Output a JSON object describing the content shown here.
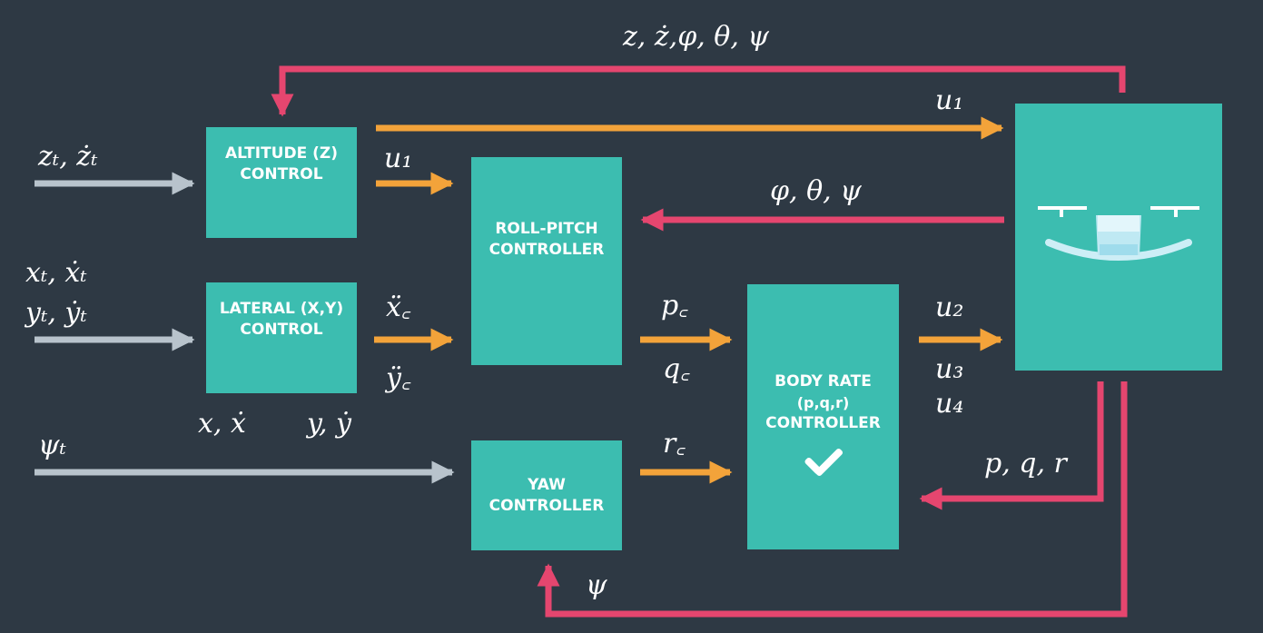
{
  "colors": {
    "background": "#2e3944",
    "block": "#3cbdb0",
    "feedback": "#e5466f",
    "command": "#f3a33a",
    "reference": "#b8c3cc"
  },
  "blocks": {
    "altitude": {
      "line1": "ALTITUDE (Z)",
      "line2": "CONTROL"
    },
    "lateral": {
      "line1": "LATERAL (X,Y)",
      "line2": "CONTROL"
    },
    "roll_pitch": {
      "line1": "ROLL-PITCH",
      "line2": "CONTROLLER"
    },
    "yaw": {
      "line1": "YAW",
      "line2": "CONTROLLER"
    },
    "body_rate": {
      "line1": "BODY RATE",
      "line2": "(p,q,r)",
      "line3": "CONTROLLER",
      "icon": "checkmark-icon"
    },
    "drone": {
      "icon": "quadrotor-drone-icon"
    }
  },
  "labels": {
    "top_feedback": "z, ż,φ, θ, ψ",
    "u1_top": "u₁",
    "zt": "zₜ, żₜ",
    "u1_mid": "u₁",
    "attitude_feedback": "φ, θ, ψ",
    "xt": "xₜ, ẋₜ",
    "yt": "yₜ, ẏₜ",
    "xc": "ẍ꜀",
    "yc": "ÿ꜀",
    "pc": "p꜀",
    "qc": "q꜀",
    "u2": "u₂",
    "u3": "u₃",
    "u4": "u₄",
    "x_fb": "x, ẋ",
    "y_fb": "y, ẏ",
    "psi_t": "ψₜ",
    "rc": "r꜀",
    "pqr_feedback": "p, q, r",
    "psi_fb": "ψ"
  }
}
